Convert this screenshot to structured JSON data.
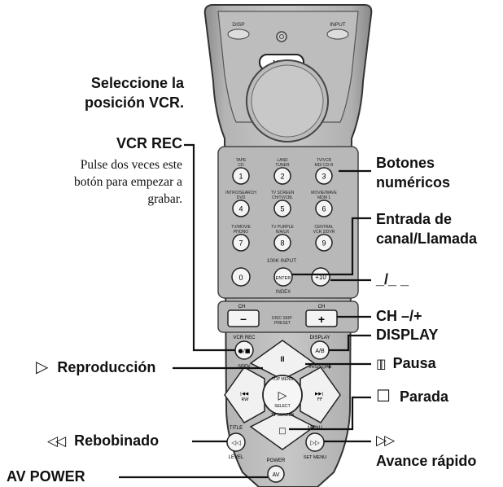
{
  "remote": {
    "top_buttons": [
      "DISP",
      "INPUT"
    ],
    "mode_button": "VCR",
    "number_keys": [
      {
        "key": "1",
        "caption": "TAPE\nCD"
      },
      {
        "key": "2",
        "caption": "LAND\nTUNER"
      },
      {
        "key": "3",
        "caption": "TV/VCR\nMD/ CD-R"
      },
      {
        "key": "4",
        "caption": "INTRO/SEARCH\nDVD"
      },
      {
        "key": "5",
        "caption": "TV SCREEN\nCH/TV/CBL"
      },
      {
        "key": "6",
        "caption": "MOVIE/WAVE\nMDM 1"
      },
      {
        "key": "7",
        "caption": "TV/MOVIE\nPHONO"
      },
      {
        "key": "8",
        "caption": "TV PURPLE\nN/A/UX"
      },
      {
        "key": "9",
        "caption": "CENTRAL\nVCR 2/DVR"
      },
      {
        "key": "0",
        "caption": ""
      }
    ],
    "enter_caption": "100K INPUT",
    "enter_key": "ENTER",
    "enter_sub": "INDEX",
    "plus10_key": "+10",
    "ch_label": "CH",
    "ch_minus": "–",
    "ch_plus": "+",
    "ch_center": "DISC SKIP\nPRESET",
    "rec_caption": "VCR REC",
    "rec_key": "●/■",
    "rec_sub": "SEEK",
    "display_caption": "DISPLAY",
    "display_key": "A/B",
    "display_sub": "VHS/SQPB",
    "pause_symbol": "II",
    "play_symbol": "▷",
    "play_sub": "SELECT",
    "top_menu": "TOP MENU",
    "tv_screen": "TV SCREEN",
    "left_keys": "|◀◀\nRW",
    "right_keys": "▶▶|\nFF",
    "title_caption": "TITLE",
    "level_caption": "LEVEL",
    "rew_key": "◁◁",
    "menu_caption": "MENU",
    "setmenu_caption": "SET MENU",
    "ff_key": "▷▷",
    "power_caption": "POWER",
    "av_key": "AV",
    "stop_symbol": "□"
  },
  "labels": {
    "select_vcr": [
      "Seleccione la",
      "posición VCR."
    ],
    "vcr_rec": "VCR REC",
    "vcr_rec_desc": [
      "Pulse dos veces este",
      "botón para empezar a",
      "grabar."
    ],
    "numeric": [
      "Botones",
      "numéricos"
    ],
    "channel_entry": [
      "Entrada de",
      "canal/Llamada"
    ],
    "dash": "_/_ _",
    "ch": "CH –/+",
    "display": "DISPLAY",
    "play": "Reproducción",
    "pause": "Pausa",
    "stop": "Parada",
    "rewind": "Rebobinado",
    "ff": [
      "Avance rápido"
    ],
    "av_power": "AV POWER"
  },
  "symbols": {
    "play": "▷",
    "pause": "▯▯",
    "stop": "☐",
    "rewind": "◁◁",
    "ff": "▷▷"
  }
}
